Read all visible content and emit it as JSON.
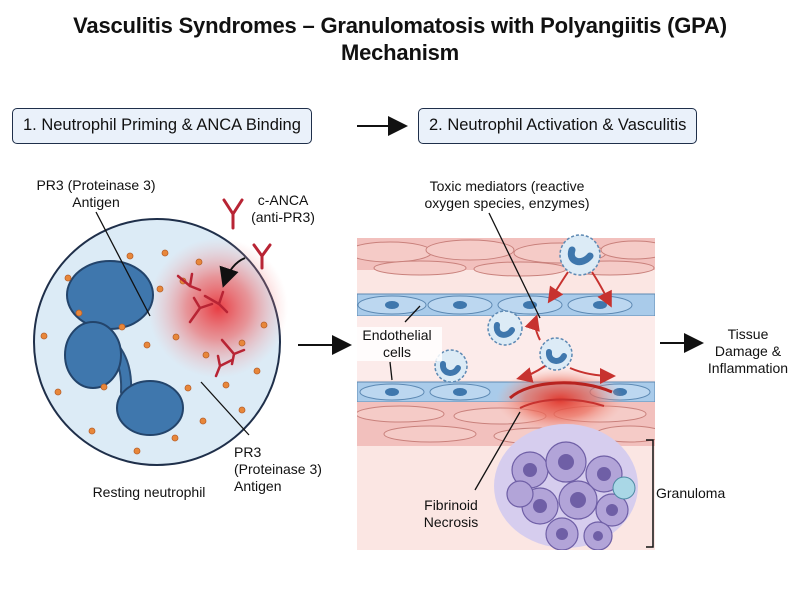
{
  "title": {
    "line1": "Vasculitis Syndromes – Granulomatosis with Polyangiitis (GPA)",
    "line2": "Mechanism"
  },
  "steps": [
    {
      "label": "1. Neutrophil Priming & ANCA Binding"
    },
    {
      "label": "2. Neutrophil Activation & Vasculitis"
    }
  ],
  "labels": {
    "pr3_top_line1": "PR3 (Proteinase 3)",
    "pr3_top_line2": "Antigen",
    "canca_line1": "c-ANCA",
    "canca_line2": "(anti-PR3)",
    "pr3_bottom_line1": "PR3",
    "pr3_bottom_line2": "(Proteinase 3)",
    "pr3_bottom_line3": "Antigen",
    "resting_neutrophil": "Resting neutrophil",
    "toxic_line1": "Toxic mediators (reactive",
    "toxic_line2": "oxygen species, enzymes)",
    "endothelial_line1": "Endothelial",
    "endothelial_line2": "cells",
    "tissue_line1": "Tissue",
    "tissue_line2": "Damage &",
    "tissue_line3": "Inflammation",
    "fibrinoid_line1": "Fibrinoid",
    "fibrinoid_line2": "Necrosis",
    "granuloma": "Granuloma"
  },
  "colors": {
    "step_box_fill": "#eaf1fa",
    "step_box_border": "#1f2f4a",
    "neutrophil_cytoplasm": "#dcebf6",
    "nucleus": "#3f77ad",
    "granules": "#e8873a",
    "antibody": "#b82434",
    "vessel_wall": "#f2c0bd",
    "endothelium": "#a9cbea",
    "necrosis": "#e0443a",
    "granuloma_cells": "#b2a4d8"
  },
  "icons": [
    "antibody-icon",
    "neutrophil-cell-icon",
    "arrow-right-icon",
    "granuloma-icon"
  ]
}
